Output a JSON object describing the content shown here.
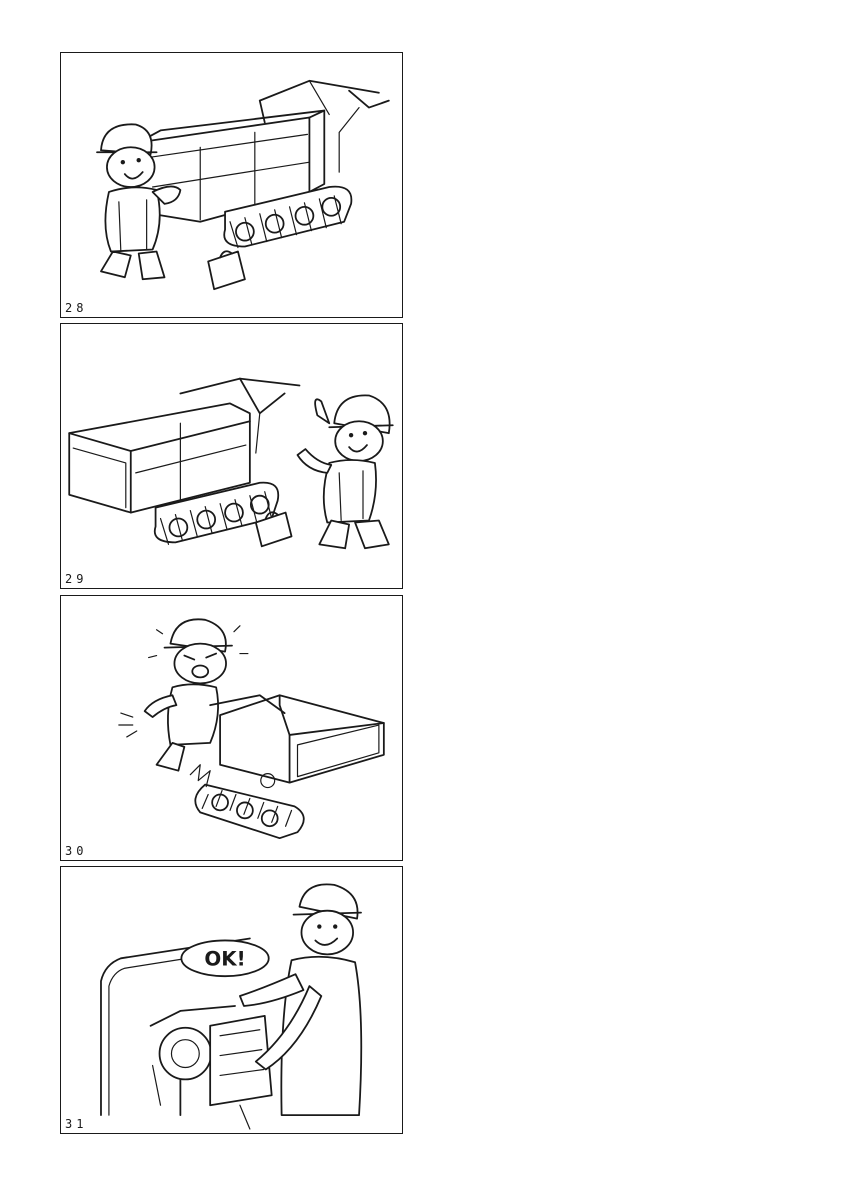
{
  "figures": [
    {
      "number": "28"
    },
    {
      "number": "29"
    },
    {
      "number": "30"
    },
    {
      "number": "31",
      "speech": "OK!"
    }
  ]
}
